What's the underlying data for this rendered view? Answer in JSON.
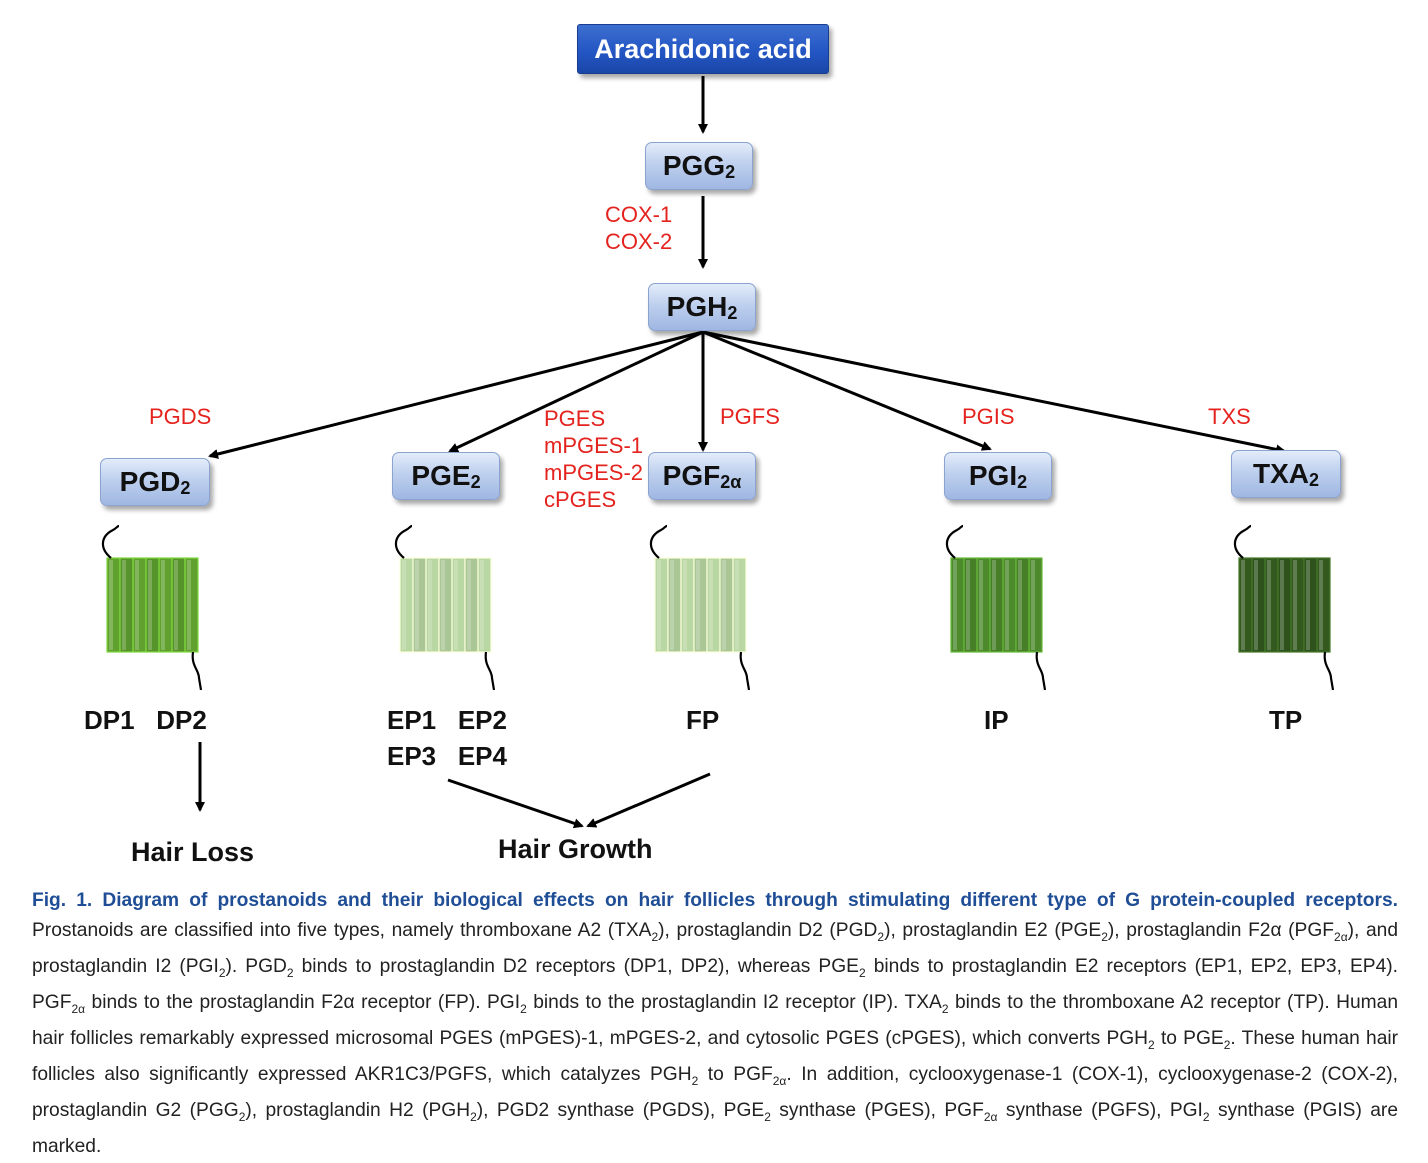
{
  "nodes": {
    "arachidonic": "Arachidonic acid",
    "pgg2": {
      "base": "PGG",
      "sub": "2"
    },
    "pgh2": {
      "base": "PGH",
      "sub": "2"
    },
    "pgd2": {
      "base": "PGD",
      "sub": "2"
    },
    "pge2": {
      "base": "PGE",
      "sub": "2"
    },
    "pgf2a": {
      "base": "PGF",
      "sub": "2α"
    },
    "pgi2": {
      "base": "PGI",
      "sub": "2"
    },
    "txa2": {
      "base": "TXA",
      "sub": "2"
    }
  },
  "enzymes": {
    "cox": "COX-1\nCOX-2",
    "pgds": "PGDS",
    "pges": "PGES\nmPGES-1\nmPGES-2\ncPGES",
    "pgfs": "PGFS",
    "pgis": "PGIS",
    "txs": "TXS"
  },
  "receptors": {
    "dp": "DP1   DP2",
    "ep": "EP1   EP2\nEP3   EP4",
    "fp": "FP",
    "ip": "IP",
    "tp": "TP"
  },
  "effects": {
    "loss": "Hair Loss",
    "growth": "Hair Growth"
  },
  "receptor_colors": {
    "dp": "#5fa02f",
    "ep": "#b9d7a2",
    "fp": "#b9d7a2",
    "ip": "#4c8a2c",
    "tp": "#33591f"
  },
  "caption": {
    "title": "Fig. 1. Diagram of prostanoids and their biological effects on hair follicles through stimulating different type of G protein-coupled receptors.",
    "p1": "Prostanoids are classified into five types, namely thromboxane A2 (TXA",
    "p2": "), prostaglandin D2 (PGD",
    "p3": "), prostaglandin E2 (PGE",
    "p4": "), prostaglandin F2α (PGF",
    "p5": "), and prostaglandin I2 (PGI",
    "p6": "). PGD",
    "p7": " binds to prostaglandin D2 receptors (DP1, DP2), whereas PGE",
    "p8": " binds to prostaglandin E2 receptors (EP1, EP2, EP3, EP4). PGF",
    "p9": " binds to the prostaglandin F2α receptor (FP). PGI",
    "p10": " binds to the prostaglandin I2 receptor (IP). TXA",
    "p11": " binds to the thromboxane A2 receptor (TP). Human hair follicles remarkably expressed microsomal PGES (mPGES)-1, mPGES-2, and cytosolic PGES (cPGES), which converts PGH",
    "p12": " to PGE",
    "p13": ". These human hair follicles also significantly expressed AKR1C3/PGFS, which catalyzes PGH",
    "p14": " to PGF",
    "p15": ". In addition, cyclooxygenase-1 (COX-1), cyclooxygenase-2 (COX-2), prostaglandin G2 (PGG",
    "p16": "), prostaglandin H2 (PGH",
    "p17": "), PGD2 synthase (PGDS), PGE",
    "p18": " synthase (PGES), PGF",
    "p19": " synthase (PGFS), PGI",
    "p20": " synthase (PGIS) are marked.",
    "sub2": "2",
    "sub2a": "2α"
  }
}
